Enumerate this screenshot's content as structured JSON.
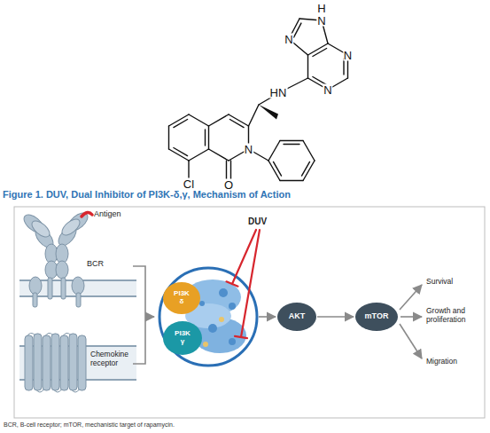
{
  "diagram": {
    "title": "Figure 1. DUV, Dual Inhibitor of PI3K-δ,γ, Mechanism of Action",
    "caption": "BCR, B-cell receptor; mTOR, mechanistic target of rapamycin.",
    "nodes": [
      {
        "text": [
          "PI3K δ"
        ]
      },
      {
        "text": [
          "PI3K γ"
        ]
      },
      {
        "text": [
          "AKT"
        ]
      },
      {
        "text": [
          "mTOR"
        ]
      }
    ],
    "edges": [
      {
        "from": 2,
        "to": 3,
        "arrow": "to"
      }
    ],
    "labels": [
      "H",
      "N",
      "N",
      "N",
      "N",
      "HN",
      "N",
      "Cl",
      "O",
      "Antigen",
      "BCR",
      "DUV",
      "Chemokine receptor",
      "Survival",
      "Growth and proliferation",
      "Migration"
    ]
  }
}
